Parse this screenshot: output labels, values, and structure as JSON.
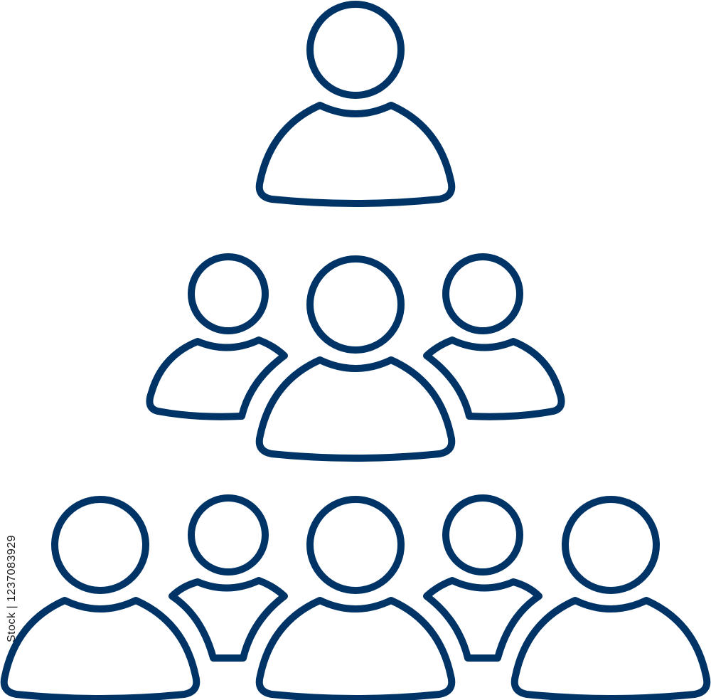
{
  "image": {
    "subject": "people-hierarchy-pyramid-icon",
    "stroke_color": "#003366",
    "background": "#ffffff",
    "watermark_text": "iStock",
    "stock_id": "Stock | 1237083929"
  },
  "rows": [
    {
      "name": "tier-top",
      "count": 1
    },
    {
      "name": "tier-middle",
      "count": 3
    },
    {
      "name": "tier-bottom",
      "count": 5
    }
  ]
}
